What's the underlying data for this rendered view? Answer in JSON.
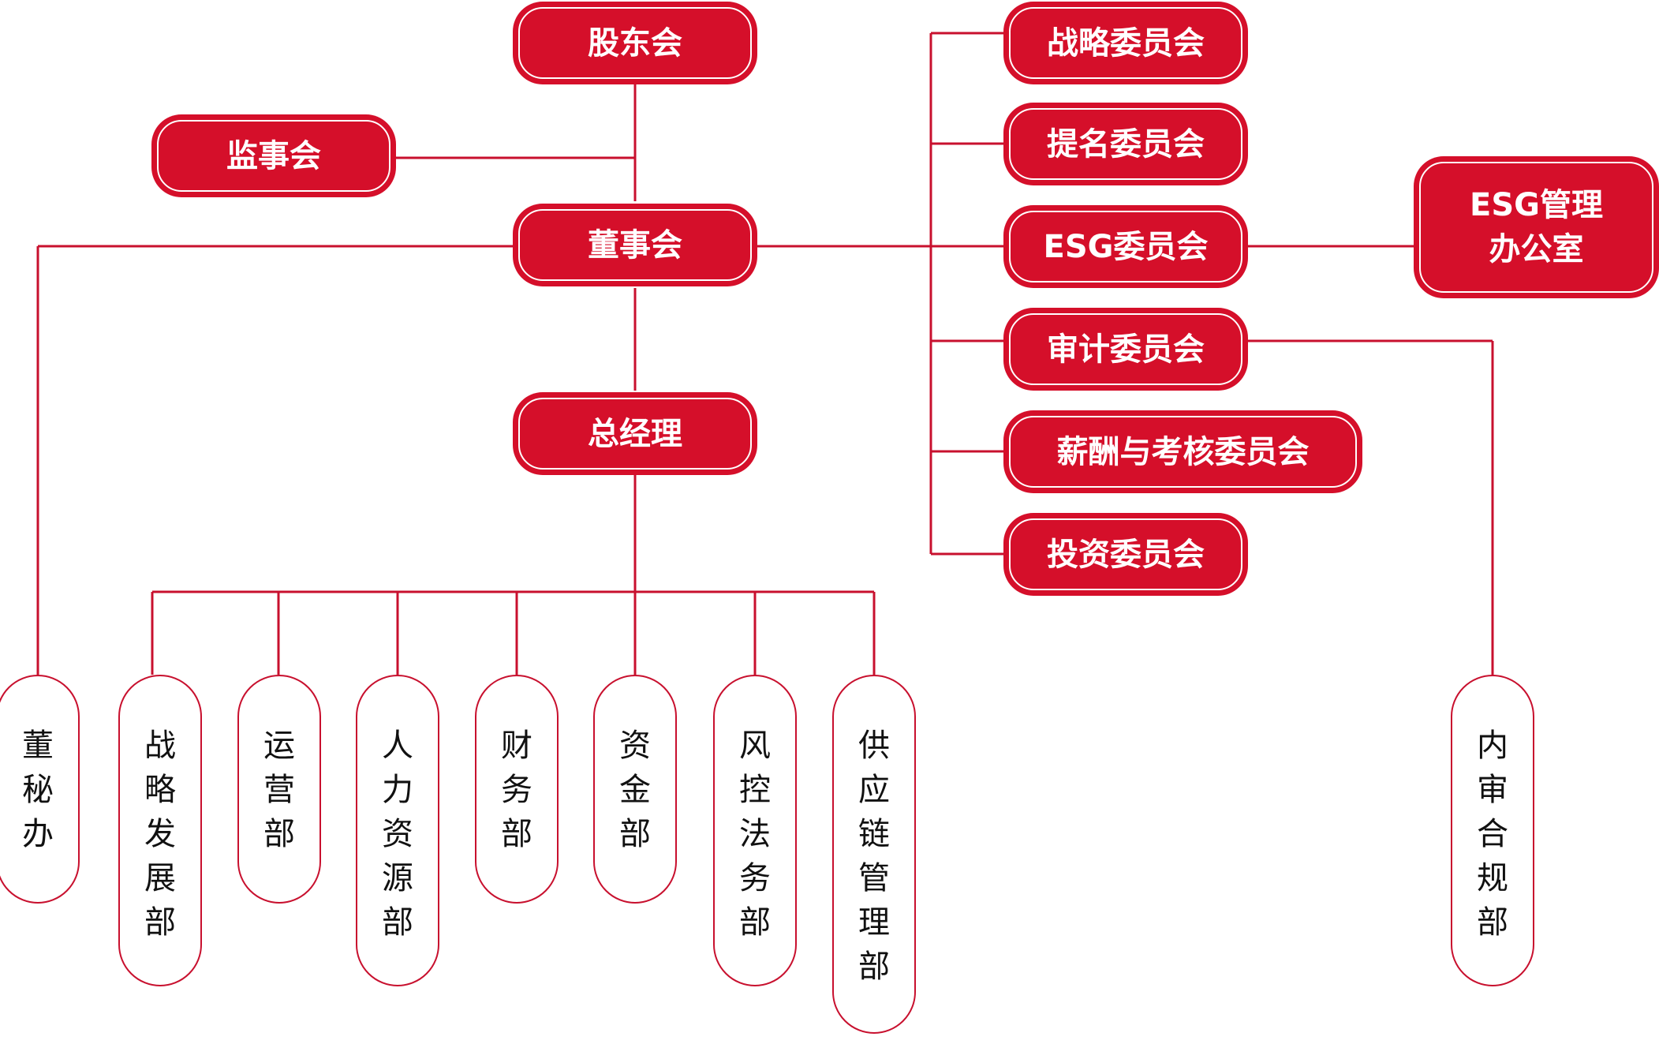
{
  "top": {
    "shareholders": "股东会",
    "supervisors": "监事会",
    "board": "董事会",
    "gm": "总经理"
  },
  "committees": [
    {
      "label": "战略委员会"
    },
    {
      "label": "提名委员会"
    },
    {
      "label": "ESG委员会"
    },
    {
      "label": "审计委员会"
    },
    {
      "label": "薪酬与考核委员会"
    },
    {
      "label": "投资委员会"
    }
  ],
  "esg_office": "ESG管理\n办公室",
  "departments": [
    {
      "label": "董秘办"
    },
    {
      "label": "战略发展部"
    },
    {
      "label": "运营部"
    },
    {
      "label": "人力资源部"
    },
    {
      "label": "财务部"
    },
    {
      "label": "资金部"
    },
    {
      "label": "风控法务部"
    },
    {
      "label": "供应链管理部"
    },
    {
      "label": "内审合规部"
    }
  ],
  "colors": {
    "accent": "#d50f2a",
    "line": "#c8102e"
  }
}
